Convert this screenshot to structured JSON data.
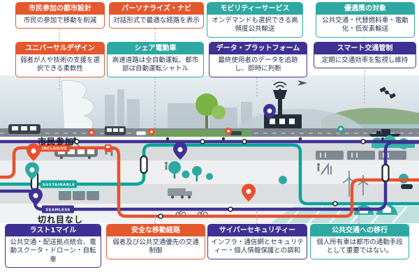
{
  "palette": {
    "red": "#E4582E",
    "teal": "#2EA8A2",
    "purple": "#3F3193",
    "line_orange": "#E8502D",
    "line_teal": "#0AA39C",
    "line_purple": "#3F3193"
  },
  "callouts": [
    {
      "title": "市民参加の都市設計",
      "body": "市民の参加で移動を削減",
      "color": "red"
    },
    {
      "title": "パーソナライズ・ナビ",
      "body": "対話形式で最適な経路を表示",
      "color": "red"
    },
    {
      "title": "モビリティーサービス",
      "body": "オンデマンドも選択できる高頻度公共輸送",
      "color": "teal"
    },
    {
      "title": "優遇策の対象",
      "body": "公共交通・代替燃料車・電動化・低炭素輸送",
      "color": "teal"
    },
    {
      "title": "ユニバーサルデザイン",
      "body": "弱者が人や技術の支援を選択できる柔軟性",
      "color": "red"
    },
    {
      "title": "シェア電動車",
      "body": "高速道路は全自動運転、都市部は自動運転シャトル",
      "color": "teal"
    },
    {
      "title": "データ・プラットフォーム",
      "body": "最終使用者のデータを追跡し、即時に判断",
      "color": "purple"
    },
    {
      "title": "スマート交通管制",
      "body": "定期に交通効率を監視し維持",
      "color": "purple"
    },
    {
      "title": "ラスト1マイル",
      "body": "公共交通・配送拠点統合、電動スクータ・ドローン・自転車",
      "color": "purple"
    },
    {
      "title": "安全な移動経路",
      "body": "弱者及び公共交通優先の交通制御",
      "color": "red"
    },
    {
      "title": "サイバーセキュリティー",
      "body": "インフラ・通信網とセキュリティー・個人情報保護との調和",
      "color": "purple"
    },
    {
      "title": "公共交通への移行",
      "body": "個人所有車は都市の通勤手段として重要ではない。",
      "color": "teal"
    }
  ],
  "map_labels": {
    "citizen": "市民参加",
    "seamless": "切れ目なし"
  },
  "badges": [
    {
      "text": "INCLUSIVE",
      "color": "#E8502D"
    },
    {
      "text": "SUSTAINABLE",
      "color": "#0AA39C"
    },
    {
      "text": "SEAMLESS",
      "color": "#3F3193"
    }
  ]
}
